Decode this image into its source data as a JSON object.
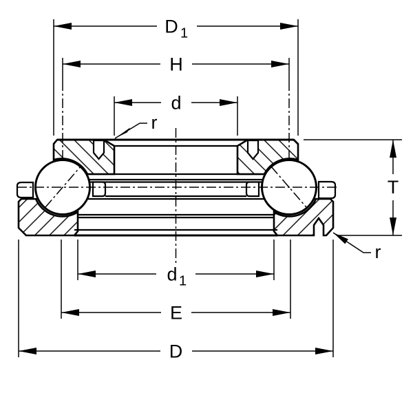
{
  "drawing": {
    "labels": {
      "D1": {
        "main": "D",
        "sub": "1"
      },
      "H": {
        "main": "H",
        "sub": ""
      },
      "d": {
        "main": "d",
        "sub": ""
      },
      "r_top": {
        "main": "r",
        "sub": ""
      },
      "T": {
        "main": "T",
        "sub": ""
      },
      "r_bottom": {
        "main": "r",
        "sub": ""
      },
      "d1": {
        "main": "d",
        "sub": "1"
      },
      "E": {
        "main": "E",
        "sub": ""
      },
      "D": {
        "main": "D",
        "sub": ""
      }
    },
    "colors": {
      "line": "#000000",
      "background": "#ffffff"
    }
  }
}
